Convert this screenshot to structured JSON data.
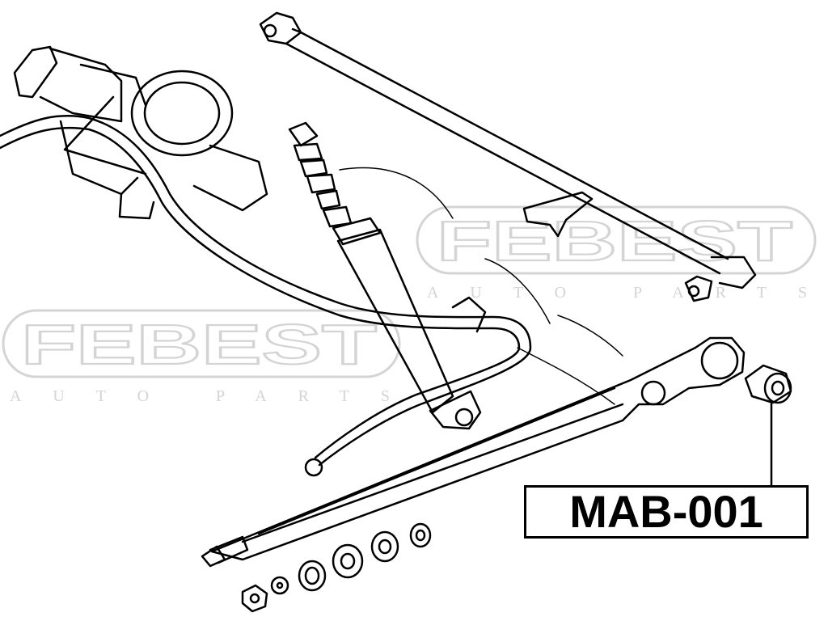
{
  "watermarks": [
    {
      "brand": "FEBEST",
      "tagline": "AUTO PARTS"
    },
    {
      "brand": "FEBEST",
      "tagline": "AUTO PARTS"
    }
  ],
  "callout": {
    "part_number": "MAB-001"
  },
  "colors": {
    "line": "#000000",
    "watermark": "#d4d4d4",
    "background": "#ffffff"
  }
}
